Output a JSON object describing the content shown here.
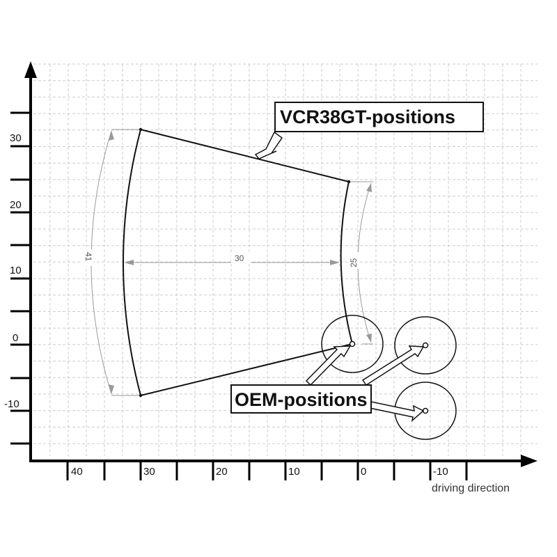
{
  "y_axis": {
    "tick_labels": [
      "30",
      "20",
      "10",
      "0",
      "-10"
    ]
  },
  "x_axis": {
    "tick_labels": [
      "40",
      "30",
      "20",
      "10",
      "0",
      "-10"
    ],
    "title": "driving direction"
  },
  "callouts": {
    "vcr": "VCR38GT-positions",
    "oem": "OEM-positions"
  },
  "dimensions": {
    "left_arc": "41",
    "width": "30",
    "right_arc": "25"
  },
  "colors": {
    "axis": "#000000",
    "grid": "#c8c8c8",
    "shape": "#111111",
    "dimension": "#9a9a9a"
  }
}
